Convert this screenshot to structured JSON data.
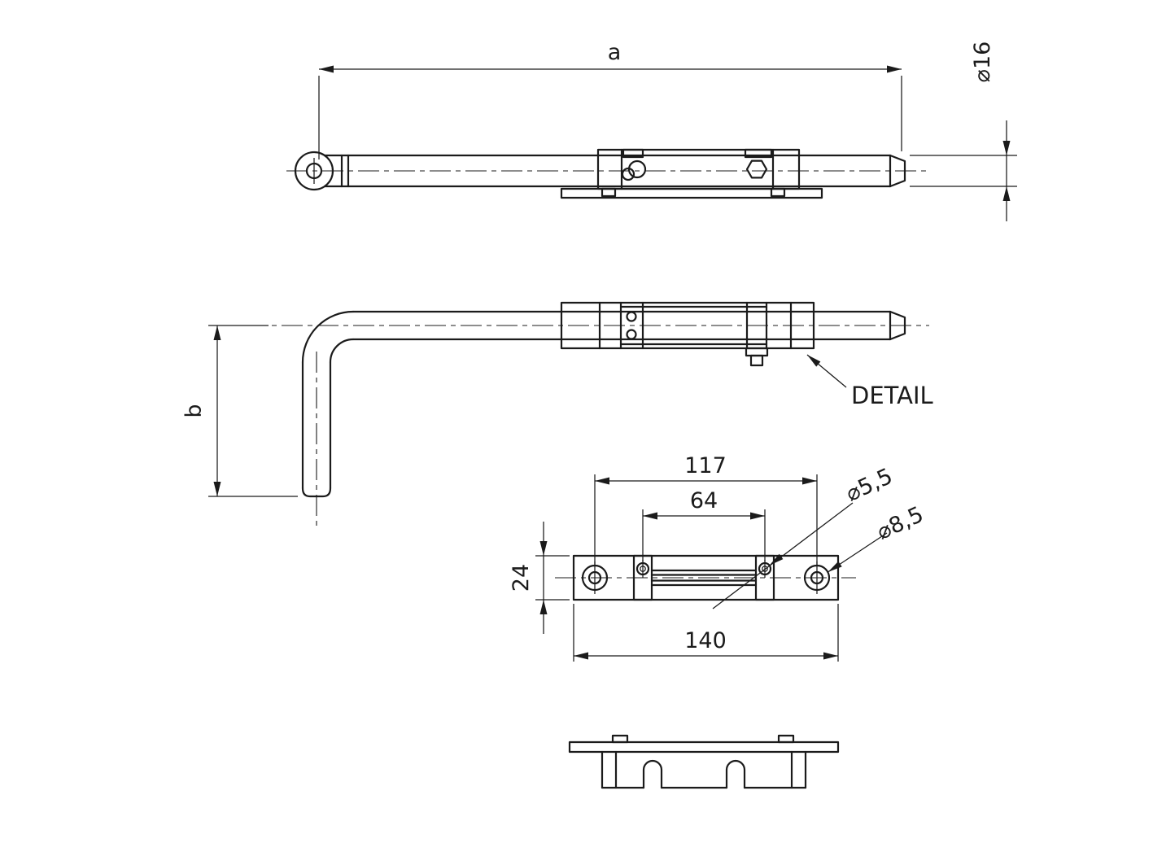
{
  "labels": {
    "length_a": "a",
    "diameter_16": "⌀16",
    "height_b": "b",
    "detail": "DETAIL",
    "dim_117": "117",
    "dim_64": "64",
    "dim_24": "24",
    "dim_140": "140",
    "diameter_5_5": "⌀5,5",
    "diameter_8_5": "⌀8,5"
  },
  "colors": {
    "line": "#1b1b1b",
    "background": "#ffffff"
  }
}
